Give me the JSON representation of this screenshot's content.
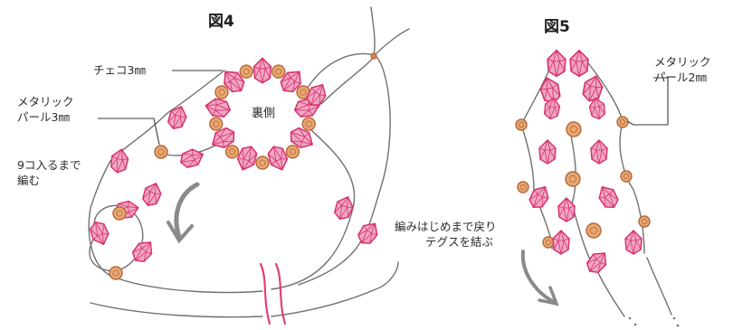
{
  "figure4": {
    "title": "図4",
    "labels": {
      "czech": "チェコ3㎜",
      "pearl_line1": "メタリック",
      "pearl_line2": "パール3㎜",
      "repeat_line1": "9コ入るまで",
      "repeat_line2": "編む",
      "back_side": "裏側"
    }
  },
  "figure5": {
    "title": "図5",
    "labels": {
      "pearl_line1": "メタリック",
      "pearl_line2": "パール2㎜",
      "return_line1": "編みはじめまで戻り",
      "return_line2": "テグスを結ぶ"
    }
  },
  "colors": {
    "bead_fill": "#f0a6c4",
    "bead_stroke": "#d8326e",
    "pearl_fill": "#e8a872",
    "pearl_stroke": "#b5673a",
    "thread": "#707070",
    "arrow": "#8a8a8a",
    "break_mark": "#e0407a"
  }
}
